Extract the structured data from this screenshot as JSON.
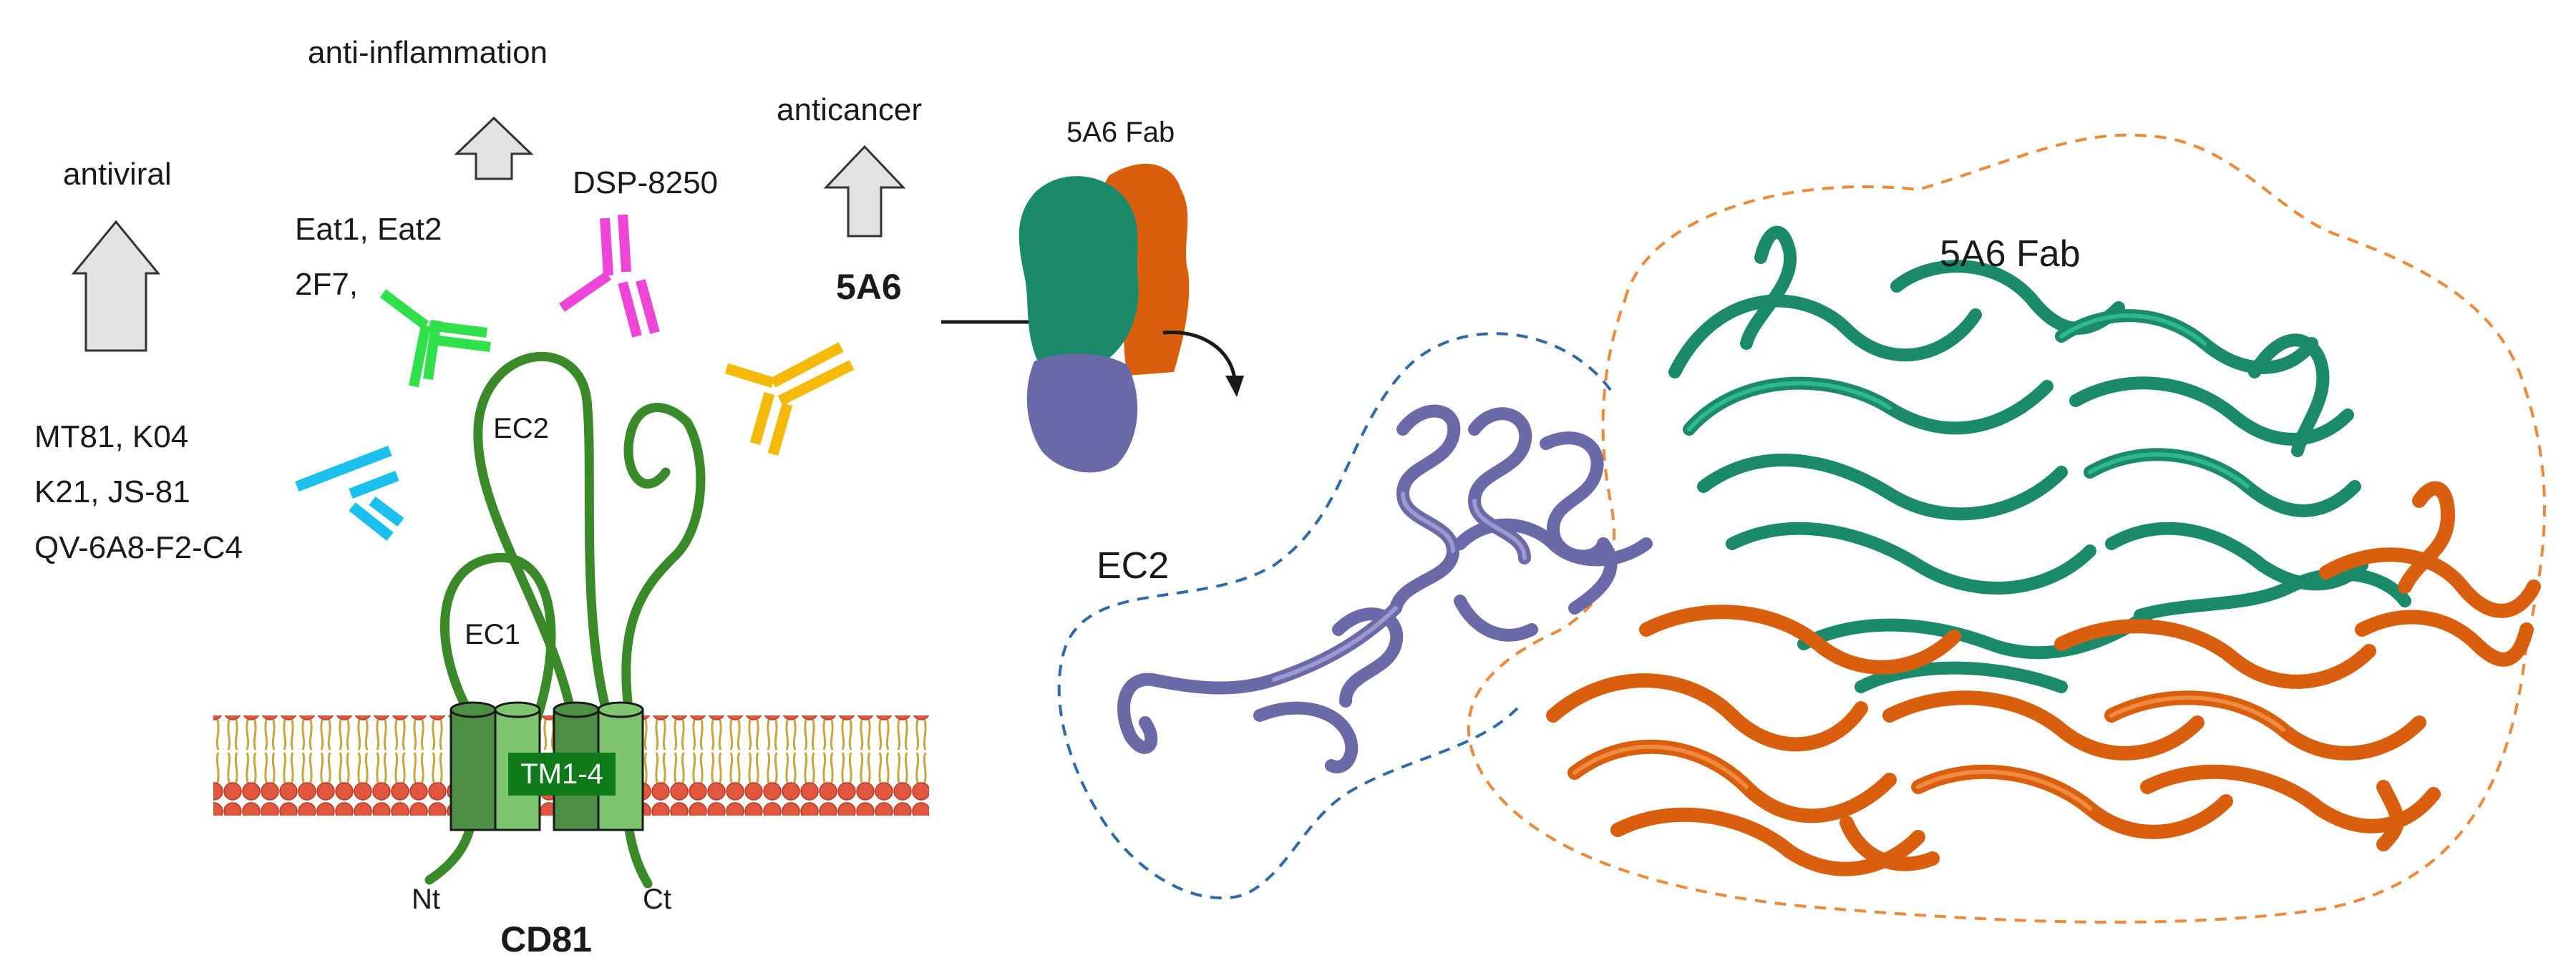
{
  "effects": {
    "antiviral": "antiviral",
    "anti_inflammation": "anti-inflammation",
    "anticancer": "anticancer"
  },
  "antibodies": {
    "antiviral_line1": "MT81, K04",
    "antiviral_line2": "K21, JS-81",
    "antiviral_line3": "QV-6A8-F2-C4",
    "inflam_line1": "Eat1, Eat2",
    "inflam_line2": "2F7,",
    "dsp": "DSP-8250",
    "a5a6": "5A6"
  },
  "protein": {
    "name": "CD81",
    "ec1": "EC1",
    "ec2": "EC2",
    "tm": "TM1-4",
    "nt": "Nt",
    "ct": "Ct"
  },
  "structure": {
    "fab_small_label": "5A6 Fab",
    "fab_label": "5A6 Fab",
    "ec2_label": "EC2"
  },
  "colors": {
    "green_line": "#3a8a2a",
    "tm_dark": "#4d8f45",
    "tm_light": "#7fc46e",
    "tm_label_bg": "#0f7a1a",
    "ab_cyan": "#1cc0ef",
    "ab_green": "#2fe04a",
    "ab_magenta": "#ee44d8",
    "ab_yellow": "#f5b90a",
    "fab_heavy": "#1a8a6a",
    "fab_light": "#d95f0e",
    "ec2_purple": "#6b6aa8",
    "dash_orange": "#f0883a",
    "dash_blue": "#2f6aa8",
    "arrow_fill": "#e2e2e2"
  }
}
